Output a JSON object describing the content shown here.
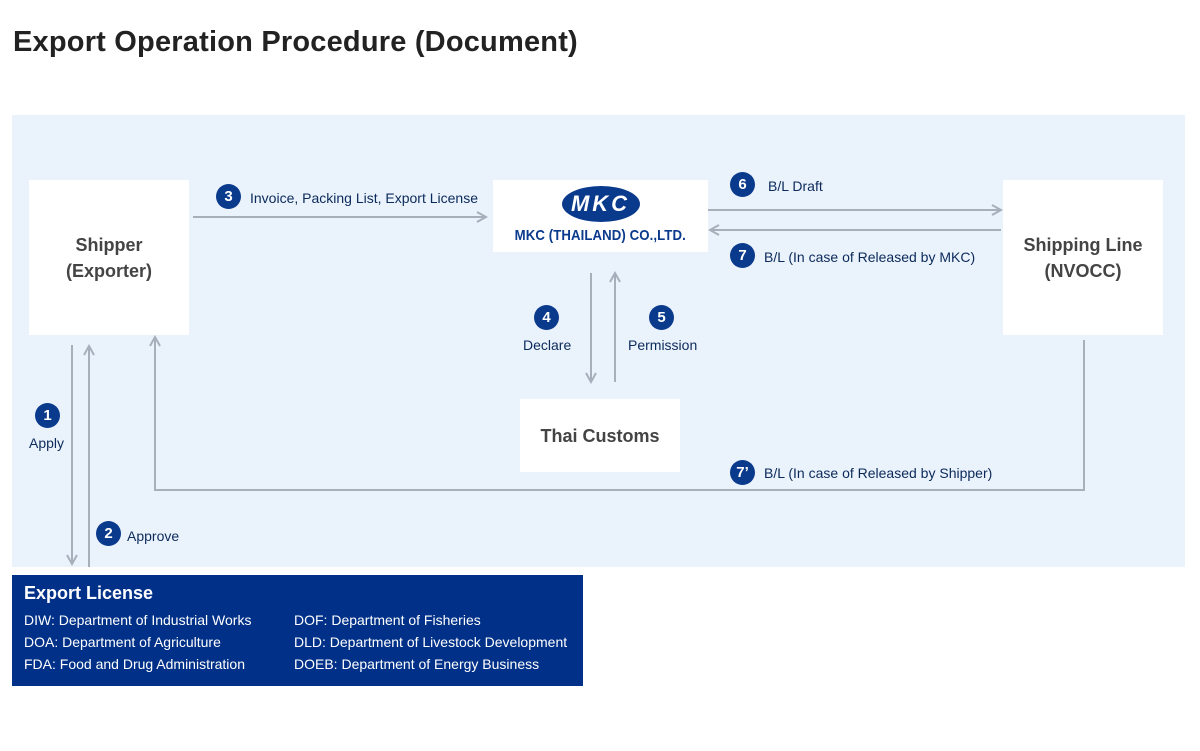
{
  "title": "Export Operation Procedure (Document)",
  "colors": {
    "panel": "#eaf2fc",
    "accent": "#0a3a8c",
    "license_bg": "#003087",
    "arrow": "#a6afba"
  },
  "nodes": {
    "shipper": {
      "line1": "Shipper",
      "line2": "(Exporter)"
    },
    "shipping_line": {
      "line1": "Shipping Line",
      "line2": "(NVOCC)"
    },
    "customs": {
      "label": "Thai Customs"
    },
    "mkc": {
      "logo_text": "MKC",
      "company_name": "MKC (THAILAND) CO.,LTD."
    }
  },
  "steps": {
    "s1": {
      "number": "1",
      "label": "Apply"
    },
    "s2": {
      "number": "2",
      "label": "Approve"
    },
    "s3": {
      "number": "3",
      "label": "Invoice, Packing List, Export License"
    },
    "s4": {
      "number": "4",
      "label": "Declare"
    },
    "s5": {
      "number": "5",
      "label": "Permission"
    },
    "s6": {
      "number": "6",
      "label": "B/L Draft"
    },
    "s7": {
      "number": "7",
      "label": "B/L (In case of Released by MKC)"
    },
    "s7p": {
      "number": "7’",
      "label": "B/L (In case of Released by Shipper)"
    }
  },
  "license": {
    "title": "Export License",
    "left": [
      "DIW: Department of Industrial Works",
      "DOA: Department of Agriculture",
      "FDA: Food and Drug Administration"
    ],
    "right": [
      "DOF: Department of Fisheries",
      "DLD: Department of Livestock Development",
      "DOEB: Department of Energy Business"
    ]
  }
}
